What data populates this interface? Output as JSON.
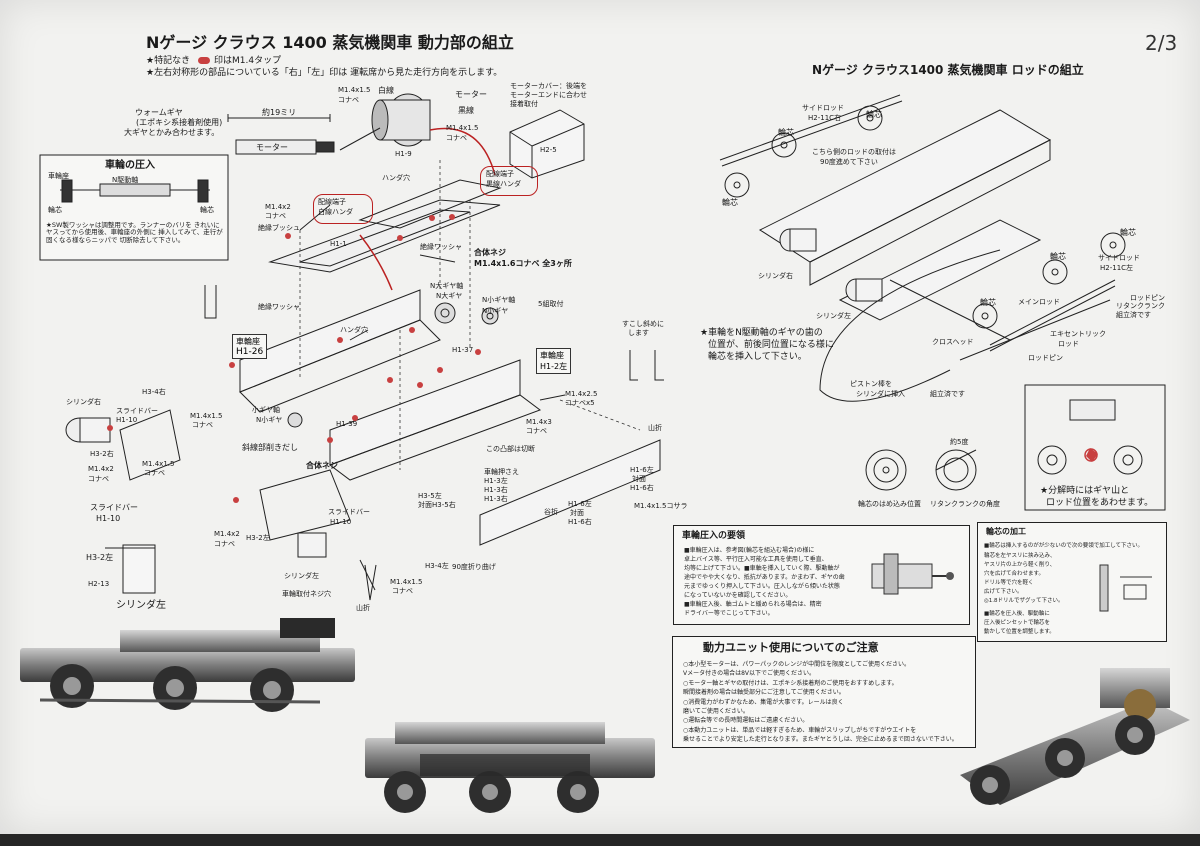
{
  "page_number": "2/3",
  "left_section": {
    "title": "Nゲージ クラウス 1400 蒸気機関車 動力部の組立",
    "notes": [
      "★特記なき",
      "印はM1.4タップ",
      "★左右対称形の部品についている「右」「左」印は 運転席から見た走行方向を示します。"
    ],
    "labels": {
      "worm_gear": "ウォームギヤ",
      "worm_note1": "(エポキシ系接着剤使用)",
      "worm_note2": "大ギヤとかみ合わせます。",
      "length": "約19ミリ",
      "motor": "モーター",
      "motor2": "モーター",
      "white_wire": "白線",
      "black_wire": "黒線",
      "m14x15_1": "M1.4x1.5",
      "konabe_1": "コナベ",
      "m14x15_2": "M1.4x1.5",
      "konabe_2": "コナベ",
      "h19": "H1-9",
      "motor_cover1": "モーターカバー：後端を",
      "motor_cover2": "モーターエンドに合わせ",
      "motor_cover3": "接着取付",
      "h25": "H2-5",
      "press_title": "車輪の圧入",
      "wheel_seat": "車輪座",
      "n_drive_axle": "N駆動軸",
      "wheel_core_l": "輪芯",
      "wheel_core_r": "輪芯",
      "sw_note": "★SW製ワッシャは調整用です。ランナーのバリを きれいにヤスってから使用後、車輪座の外側に 挿入してみて、走行が固くなる様ならニッパで 切断除去して下さい。",
      "solder_hole": "ハンダ穴",
      "m14x2": "M1.4x2",
      "konabe_3": "コナベ",
      "insul_bush": "絶縁ブッシュ",
      "h11": "H1-1",
      "wire_term_white1": "配線端子",
      "wire_term_white2": "白線ハンダ",
      "wire_term_black1": "配線端子",
      "wire_term_black2": "黒線ハンダ",
      "insul_washer": "絶縁ワッシャ",
      "combined_screw": "合体ネジ",
      "combined_spec": "M1.4x1.6コナベ 全3ヶ所",
      "n_big_axle": "N大ギヤ軸",
      "n_big_gear": "N大ギヤ",
      "n_small_axle": "N小ギヤ軸",
      "n_small_gear": "N小ギヤ",
      "five_places": "5組取付",
      "insul_washer2": "絶縁ワッシャ",
      "solder_hole2": "ハンダ穴",
      "wheel_seat_box": "車輪座",
      "h126": "H1-26",
      "h137": "H1-37",
      "wheel_seat_box2": "車輪座",
      "h12l": "H1-2左",
      "m14x25": "M1.4x2.5",
      "konabe_x5": "コナベx5",
      "bend_slight1": "すこし斜めに",
      "bend_slight2": "します",
      "h34l": "H3-4右",
      "cyl_right": "シリンダ右",
      "slide_bar": "スライドバー",
      "h110": "H1-10",
      "m14x15_3": "M1.4x1.5",
      "konabe_4": "コナベ",
      "small_gear_axle": "小ギヤ軸",
      "n_small_gear2": "N小ギヤ",
      "h139": "H1-39",
      "m14x3": "M1.4x3",
      "konabe_5": "コナベ",
      "h32r": "H3-2右",
      "m14x2_b": "M1.4x2",
      "konabe_6": "コナベ",
      "m14x15_4": "M1.4x1.5",
      "konabe_7": "コナベ",
      "diag_line": "斜線部削きだし",
      "combined_screw2": "合体ネジ",
      "cut_note": "この凸部は切断",
      "wheel_press1": "車輪押さえ",
      "wheel_press2": "H1-3左",
      "wheel_press3": "H1-3右",
      "wheel_press4": "H1-3右",
      "h16r": "H1-6左",
      "h16r2": "対面",
      "h16r3": "H1-6右",
      "h16l": "H1-6左",
      "h16l2": "対面",
      "h16l3": "H1-6右",
      "mountain": "山折",
      "valley": "谷折",
      "m14x15_kosara": "M1.4x1.5コサラ",
      "slide_bar2": "スライドバー",
      "h110b": "H1-10",
      "m14x2_c": "M1.4x2",
      "konabe_8": "コナベ",
      "h32l": "H3-2左",
      "cyl_left": "シリンダ左",
      "h35l": "H3-5左",
      "h35r": "対面H3-5右",
      "h34l2": "H3-4左",
      "bend90": "90度折り曲げ",
      "m14x15_5": "M1.4x1.5",
      "konabe_9": "コナベ",
      "wheel_mount_screw": "車輪取付ネジ穴",
      "mountain2": "山折",
      "slide_bar3": "スライドバー",
      "h110c": "H1-10",
      "h32l2": "H3-2左",
      "h213": "H2-13",
      "cyl_left2": "シリンダ左"
    }
  },
  "right_section": {
    "title": "Nゲージ クラウス1400 蒸気機関車 ロッドの組立",
    "labels": {
      "side_rod": "サイドロッド",
      "side_rod_code": "H2-11C右",
      "wheel_core1": "輪芯",
      "wheel_core2": "輪芯",
      "wheel_core3": "輪芯",
      "rod_note1": "こちら側のロッドの取付は",
      "rod_note2": "90度進めて下さい",
      "cyl_right": "シリンダ右",
      "cyl_left": "シリンダ左",
      "side_rod2": "サイドロッド",
      "side_rod_code2": "H2-11C左",
      "wheel_core4": "輪芯",
      "wheel_core5": "輪芯",
      "main_rod": "メインロッド",
      "rod_pin1": "ロッドピン",
      "return_crank1": "リタンクランク",
      "return_crank2": "組立済です",
      "eccentric1": "エキセントリック",
      "eccentric2": "ロッド",
      "rod_pin2": "ロッドピン",
      "crosshead": "クロスヘッド",
      "wheel_core6": "輪芯",
      "piston_note1": "ピストン棒を",
      "piston_note2": "シリンダに挿入",
      "assembled": "組立済です",
      "insert_note1": "★車輪をN駆動軸のギヤの歯の",
      "insert_note2": "位置が、前後同位置になる様に",
      "insert_note3": "輪芯を挿入して下さい。",
      "press_pos": "輪芯のはめ込み位置",
      "angle_label": "約5度",
      "return_angle": "リタンクランクの角度",
      "disassembly1": "★分解時にはギヤ山と",
      "disassembly2": "ロッド位置をあわせます。"
    }
  },
  "box_wheel_press": {
    "title": "車輪圧入の要領",
    "lines": [
      "■車輪圧入は、参考図(輪芯を組込む場合)の様に",
      "卓上バイス等、平行圧入可能な工具を使用して垂直、",
      "均等に上げて下さい。■車軸を挿入していく際、駆動軸が",
      "途中でやや大くなり、抵抗があります。かまわず、ギヤの歯",
      "元までゆっくり押入して下さい。圧入しながら傾いた状態",
      "になっていないかを確認してください。",
      "■車輪圧入後、軸ゴムトと緩められる場合は、精密",
      "ドライバー等でこじって下さい。"
    ]
  },
  "box_wheel_process": {
    "title": "輪芯の加工",
    "lines": [
      "■輪芯は挿入するのがが少ないので次の要領で加工して下さい。",
      "輪芯を左ヤスリに挟み込み、",
      "ヤスリ片の上から軽く削り、",
      "穴を広げて合わせます。",
      "ドリル等で穴を軽く",
      "広げて下さい。",
      "◎1.8ドリルでザグッて下さい。"
    ],
    "notes": [
      "■輪芯を圧入後、駆動軸に",
      "圧入後ピンセットで輪芯を",
      "動かして位置を調整します。"
    ]
  },
  "box_usage": {
    "title": "動力ユニット使用についてのご注意",
    "lines": [
      "○本小型モーターは、パワーパックのレンジが中間位を限度としてご使用ください。",
      "Vメータ付きの場合は8V以下でご使用ください。",
      "○モーター軸とギヤの取付けは、エポキシ系接着剤のご使用をおすすめします。",
      "瞬間接着剤の場合は軸受部分にご注意してご使用ください。",
      "○消費電力がわずかなため、集電が大事です。レールは良く",
      "磨いてご使用ください。",
      "○運転会等での長時間運転はご遠慮ください。",
      "○本動力ユニットは、単品では軽すぎるため、車輪がスリップしがちですがウエイトを",
      "乗せることでより安定した走行となります。またギヤとうしは、完全に止めるまで回さないで下さい。"
    ]
  }
}
